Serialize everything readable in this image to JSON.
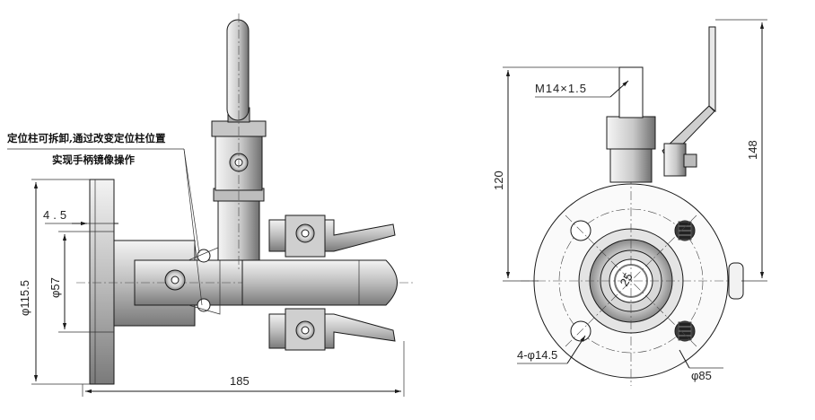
{
  "annotations": {
    "note_line1": "定位柱可拆卸,通过改变定位柱位置",
    "note_line2": "实现手柄镜像操作"
  },
  "dimensions": {
    "dim_4_5": "4.5",
    "dim_phi57": "φ57",
    "dim_phi115_5": "φ115.5",
    "dim_185": "185",
    "thread": "M14×1.5",
    "dim_120": "120",
    "dim_148": "148",
    "bolt_holes": "4-φ14.5",
    "dim_phi85": "φ85",
    "bore_label": "25"
  }
}
